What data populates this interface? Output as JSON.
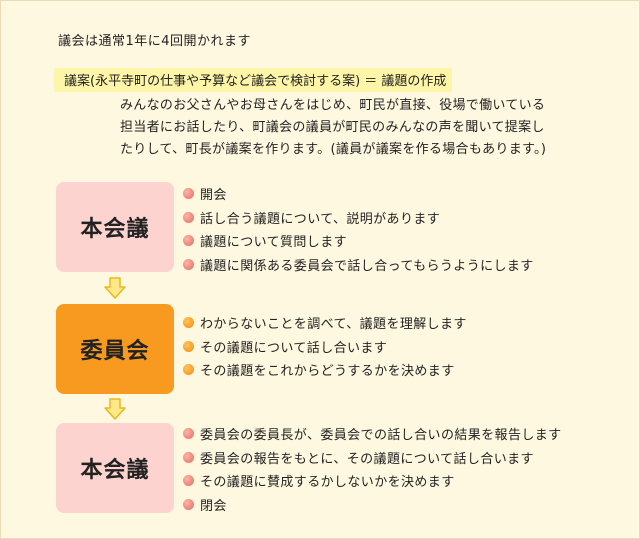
{
  "intro": "議会は通常1年に4回開かれます",
  "definition": {
    "highlight": "議案(永平寺町の仕事や予算など議会で検討する案) ＝ 議題の作成",
    "lines": [
      "みんなのお父さんやお母さんをはじめ、町民が直接、役場で働いている",
      "担当者にお話したり、町議会の議員が町民のみんなの声を聞いて提案し",
      "たりして、町長が議案を作ります。(議員が議案を作る場合もあります。)"
    ]
  },
  "stages": [
    {
      "label": "本会議",
      "items": [
        "開会",
        "話し合う議題について、説明があります",
        "議題について質問します",
        "議題に関係ある委員会で話し合ってもらうようにします"
      ]
    },
    {
      "label": "委員会",
      "items": [
        "わからないことを調べて、議題を理解します",
        "その議題について話し合います",
        "その議題をこれからどうするかを決めます"
      ]
    },
    {
      "label": "本会議",
      "items": [
        "委員会の委員長が、委員会での話し合いの結果を報告します",
        "委員会の報告をもとに、その議題について話し合います",
        "その議題に賛成するかしないかを決めます",
        "閉会"
      ]
    }
  ],
  "colors": {
    "background": "#fff8e0",
    "highlight": "#fdf5a8",
    "stage_pink": "#fcd3ce",
    "stage_orange": "#f79a1f",
    "arrow_fill": "#fde98a",
    "arrow_stroke": "#e8b820"
  }
}
